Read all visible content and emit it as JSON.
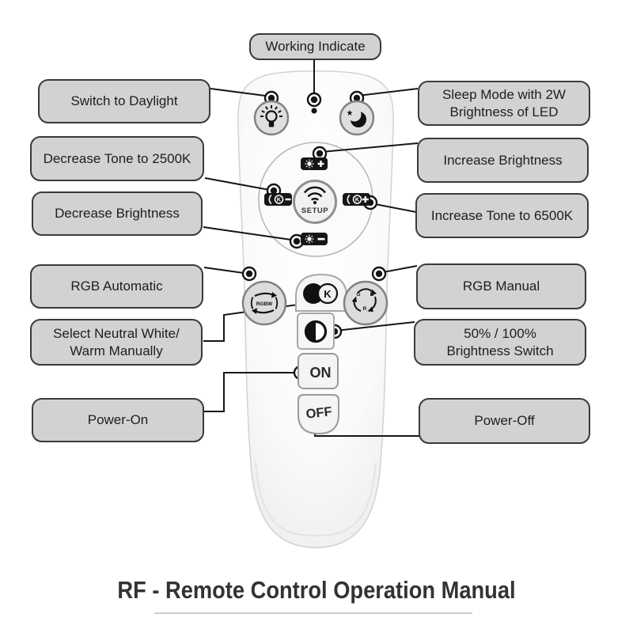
{
  "title": {
    "text": "RF - Remote Control Operation Manual"
  },
  "callouts": {
    "working_indicate": "Working Indicate",
    "switch_to_daylight": "Switch to Daylight",
    "decrease_tone": "Decrease Tone to 2500K",
    "decrease_brightness": "Decrease Brightness",
    "rgb_automatic": "RGB Automatic",
    "select_neutral_white": "Select Neutral White/\nWarm Manually",
    "power_on": "Power-On",
    "sleep_mode": "Sleep Mode with 2W\nBrightness of LED",
    "increase_brightness": "Increase Brightness",
    "increase_tone": "Increase Tone to 6500K",
    "rgb_manual": "RGB Manual",
    "brightness_switch": "50% / 100%\nBrightness Switch",
    "power_off": "Power-Off"
  },
  "remote": {
    "setup_label": "SETUP",
    "on_label": "ON",
    "off_label": "OFF",
    "k_toggle_label": "K",
    "k_minus_label": "K",
    "k_plus_label": "K",
    "rgb_auto_label": "RGBW",
    "rgb_manual_letters": {
      "g": "G",
      "b": "B",
      "r": "R"
    },
    "star_glyph": "★"
  },
  "icons": {
    "daylight_button": "sun-bulb-icon",
    "sleep_button": "crescent-moon-star-icon",
    "working_led": "led-dot",
    "brightness_up_button": "sun-plus-icon",
    "brightness_down_button": "sun-minus-icon",
    "tone_down_button": "k-circle-minus-icon",
    "tone_up_button": "k-circle-plus-icon",
    "setup_button": "wifi-icon",
    "rgb_auto_button": "rgb-cycle-arrows-icon",
    "rgb_manual_button": "rgb-recycle-triangle-icon",
    "neutral_select_button": "dual-circle-k-icon",
    "brightness_switch_button": "half-contrast-circle-icon"
  },
  "colors": {
    "background": "#ffffff",
    "label_fill": "#d2d2d2",
    "label_border": "#3a3a3a",
    "label_text": "#1e1e1e",
    "connector_line": "#161616",
    "remote_body": "#fbfbfb",
    "button_black": "#161616",
    "button_gray": "#dfdfdf",
    "title_text": "#333333"
  }
}
